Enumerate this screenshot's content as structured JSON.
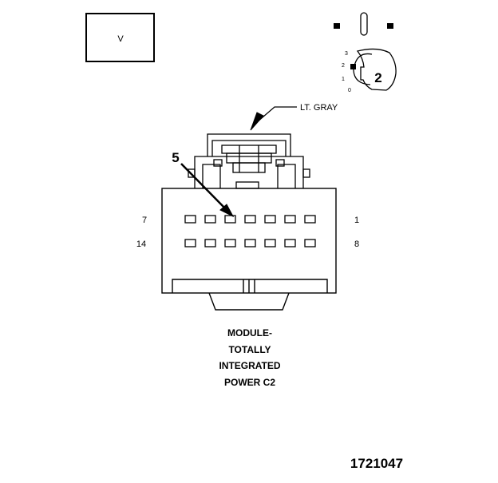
{
  "view_box_label": "V",
  "key_icon": {
    "number": "2",
    "position_labels": [
      "3",
      "2",
      "1",
      "0"
    ]
  },
  "connector_color": "LT. GRAY",
  "pin_callout": "5",
  "pin_row_labels": {
    "top_left": "7",
    "top_right": "1",
    "bottom_left": "14",
    "bottom_right": "8"
  },
  "caption_lines": [
    "MODULE-",
    "TOTALLY",
    "INTEGRATED",
    "POWER C2"
  ],
  "figure_number": "1721047"
}
